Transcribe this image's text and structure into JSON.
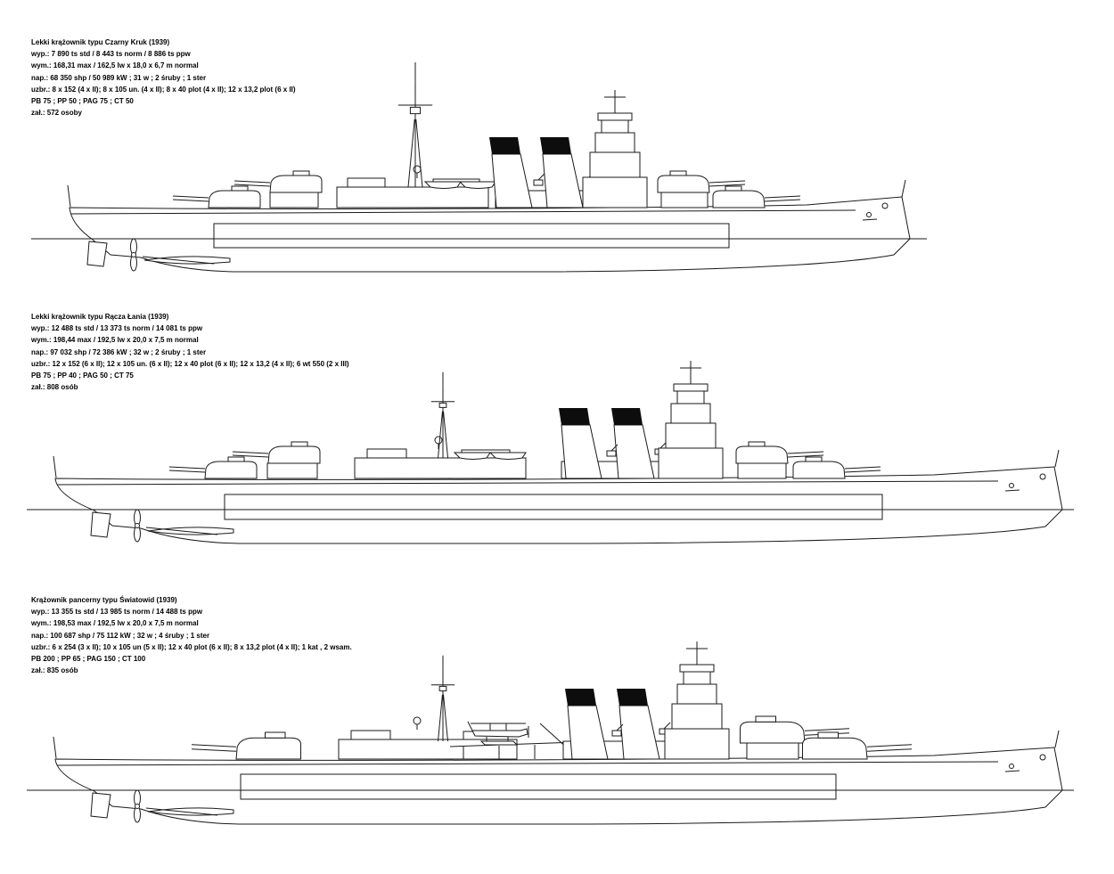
{
  "figure": {
    "background": "#ffffff",
    "line_color": "#1a1a1a",
    "funnel_cap_color": "#0d0d0d"
  },
  "ships": [
    {
      "title": "Lekki krążownik typu Czarny Kruk (1939)",
      "specs": [
        "wyp.: 7 890 ts std / 8 443 ts norm / 8 886 ts ppw",
        "wym.: 168,31 max / 162,5 lw x 18,0 x 6,7 m normal",
        "nap.: 68 350 shp / 50 989 kW ; 31 w ; 2 śruby ; 1 ster",
        "uzbr.: 8 x 152 (4 x II); 8 x 105 un. (4 x II); 8 x 40 plot (4 x II); 12 x 13,2 plot (6 x II)",
        "PB 75 ; PP 50 ; PAG 75 ; CT 50",
        "zał.: 572 osoby"
      ]
    },
    {
      "title": "Lekki krążownik typu Rącza Łania (1939)",
      "specs": [
        "wyp.: 12 488 ts std / 13 373 ts norm / 14 081 ts ppw",
        "wym.: 198,44 max / 192,5 lw x 20,0 x 7,5 m normal",
        "nap.: 97 032 shp / 72 386 kW ; 32 w ; 2 śruby ; 1 ster",
        "uzbr.: 12 x 152 (6 x II); 12 x 105 un. (6 x II); 12 x 40 plot (6 x II); 12 x 13,2 (4 x II); 6 wt 550 (2 x III)",
        "PB 75 ; PP 40 ; PAG 50 ; CT 75",
        "zał.: 808 osób"
      ]
    },
    {
      "title": "Krążownik pancerny typu Światowid (1939)",
      "specs": [
        "wyp.: 13 355 ts std / 13 985 ts norm / 14 488 ts ppw",
        "wym.: 198,53 max / 192,5 lw x 20,0 x 7,5 m normal",
        "nap.: 100 687 shp / 75 112 kW ; 32 w ; 4 śruby ; 1 ster",
        "uzbr.: 6 x 254 (3 x II); 10 x 105 un (5 x II); 12 x 40 plot (6 x II); 8 x 13,2 plot (4 x II); 1 kat , 2 wsam.",
        "PB 200 ; PP 65 ; PAG 150 ; CT 100",
        "zał.: 835 osób"
      ]
    }
  ]
}
